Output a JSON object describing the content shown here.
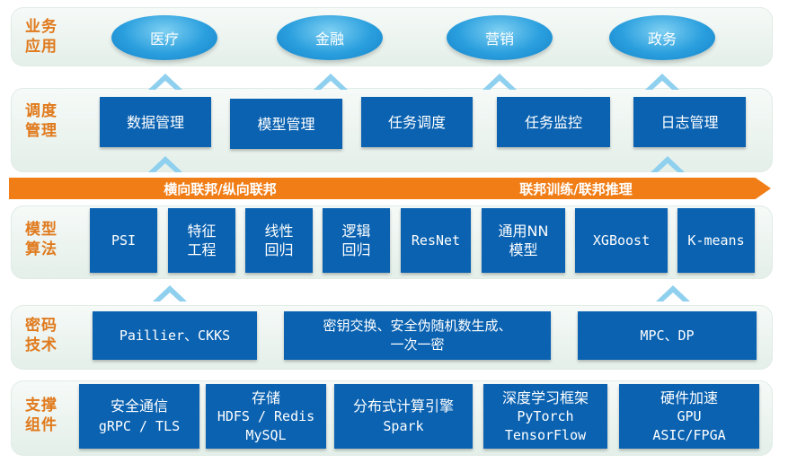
{
  "layers": {
    "business": {
      "label": "业务\n应用",
      "items": [
        "医疗",
        "金融",
        "营销",
        "政务"
      ]
    },
    "scheduling": {
      "label": "调度\n管理",
      "items": [
        "数据管理",
        "模型管理",
        "任务调度",
        "任务监控",
        "日志管理"
      ]
    },
    "federation": {
      "left": "横向联邦/纵向联邦",
      "right": "联邦训练/联邦推理"
    },
    "algorithms": {
      "label": "模型\n算法",
      "items": [
        "PSI",
        "特征\n工程",
        "线性\n回归",
        "逻辑\n回归",
        "ResNet",
        "通用NN\n模型",
        "XGBoost",
        "K-means"
      ]
    },
    "crypto": {
      "label": "密码\n技术",
      "items": [
        "Paillier、CKKS",
        "密钥交换、安全伪随机数生成、\n一次一密",
        "MPC、DP"
      ]
    },
    "support": {
      "label": "支撑\n组件",
      "items": [
        {
          "l1": "安全通信",
          "l2": "gRPC / TLS"
        },
        {
          "l1": "存储",
          "l2": "HDFS / Redis",
          "l3": "MySQL"
        },
        {
          "l1": "分布式计算引擎",
          "l2": "Spark"
        },
        {
          "l1": "深度学习框架",
          "l2": "PyTorch",
          "l3": "TensorFlow"
        },
        {
          "l1": "硬件加速",
          "l2": "GPU",
          "l3": "ASIC/FPGA"
        }
      ]
    }
  },
  "colors": {
    "box": "#0a62b1",
    "label": "#e07a1d",
    "banner": "#f07d16",
    "arrow": "#8fd0ef"
  }
}
